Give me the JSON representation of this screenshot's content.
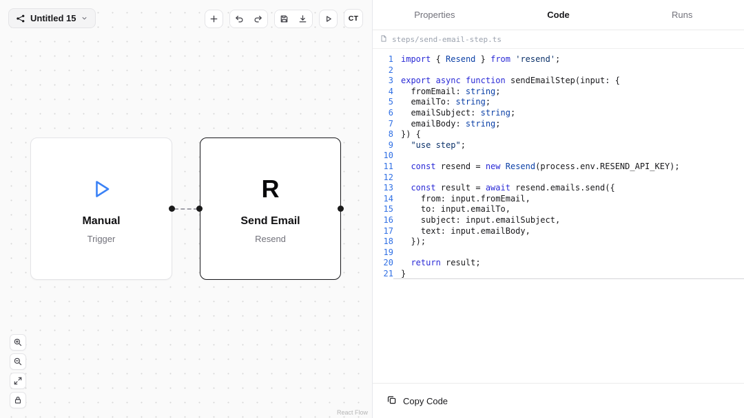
{
  "canvas": {
    "workflow_title": "Untitled 15",
    "toolbar": {
      "buttons": [
        "add-node",
        "undo",
        "redo",
        "save",
        "download",
        "run"
      ],
      "avatar": "CT"
    },
    "nodes": [
      {
        "title": "Manual",
        "subtitle": "Trigger",
        "icon": "play-icon"
      },
      {
        "title": "Send Email",
        "subtitle": "Resend",
        "icon": "resend-r-logo",
        "selected": true
      }
    ],
    "controls": [
      "zoom-in",
      "zoom-out",
      "fit-view",
      "lock"
    ],
    "attribution": "React Flow"
  },
  "panel": {
    "tabs": [
      {
        "label": "Properties",
        "active": false
      },
      {
        "label": "Code",
        "active": true
      },
      {
        "label": "Runs",
        "active": false
      }
    ],
    "file": {
      "name": "steps/send-email-step.ts"
    },
    "code": {
      "active_line": 21,
      "colors": {
        "keyword": "#2929d6",
        "type": "#0a3fa6",
        "string": "#0a3069",
        "plain": "#18181b",
        "line_number": "#2f6fe4"
      },
      "lines": [
        [
          [
            "kw",
            "import"
          ],
          [
            "pl",
            " { "
          ],
          [
            "ty",
            "Resend"
          ],
          [
            "pl",
            " } "
          ],
          [
            "kw",
            "from"
          ],
          [
            "pl",
            " "
          ],
          [
            "st",
            "'resend'"
          ],
          [
            "pl",
            ";"
          ]
        ],
        [],
        [
          [
            "kw",
            "export"
          ],
          [
            "pl",
            " "
          ],
          [
            "kw",
            "async"
          ],
          [
            "pl",
            " "
          ],
          [
            "kw",
            "function"
          ],
          [
            "pl",
            " sendEmailStep(input: {"
          ]
        ],
        [
          [
            "pl",
            "  fromEmail: "
          ],
          [
            "ty",
            "string"
          ],
          [
            "pl",
            ";"
          ]
        ],
        [
          [
            "pl",
            "  emailTo: "
          ],
          [
            "ty",
            "string"
          ],
          [
            "pl",
            ";"
          ]
        ],
        [
          [
            "pl",
            "  emailSubject: "
          ],
          [
            "ty",
            "string"
          ],
          [
            "pl",
            ";"
          ]
        ],
        [
          [
            "pl",
            "  emailBody: "
          ],
          [
            "ty",
            "string"
          ],
          [
            "pl",
            ";"
          ]
        ],
        [
          [
            "pl",
            "}) {"
          ]
        ],
        [
          [
            "pl",
            "  "
          ],
          [
            "st",
            "\"use step\""
          ],
          [
            "pl",
            ";"
          ]
        ],
        [],
        [
          [
            "pl",
            "  "
          ],
          [
            "kw",
            "const"
          ],
          [
            "pl",
            " resend = "
          ],
          [
            "kw",
            "new"
          ],
          [
            "pl",
            " "
          ],
          [
            "ty",
            "Resend"
          ],
          [
            "pl",
            "(process.env.RESEND_API_KEY);"
          ]
        ],
        [],
        [
          [
            "pl",
            "  "
          ],
          [
            "kw",
            "const"
          ],
          [
            "pl",
            " result = "
          ],
          [
            "kw",
            "await"
          ],
          [
            "pl",
            " resend.emails.send({"
          ]
        ],
        [
          [
            "pl",
            "    from: input.fromEmail,"
          ]
        ],
        [
          [
            "pl",
            "    to: input.emailTo,"
          ]
        ],
        [
          [
            "pl",
            "    subject: input.emailSubject,"
          ]
        ],
        [
          [
            "pl",
            "    text: input.emailBody,"
          ]
        ],
        [
          [
            "pl",
            "  });"
          ]
        ],
        [],
        [
          [
            "pl",
            "  "
          ],
          [
            "kw",
            "return"
          ],
          [
            "pl",
            " result;"
          ]
        ],
        [
          [
            "pl",
            "}"
          ]
        ]
      ]
    },
    "footer": {
      "copy_label": "Copy Code"
    }
  }
}
